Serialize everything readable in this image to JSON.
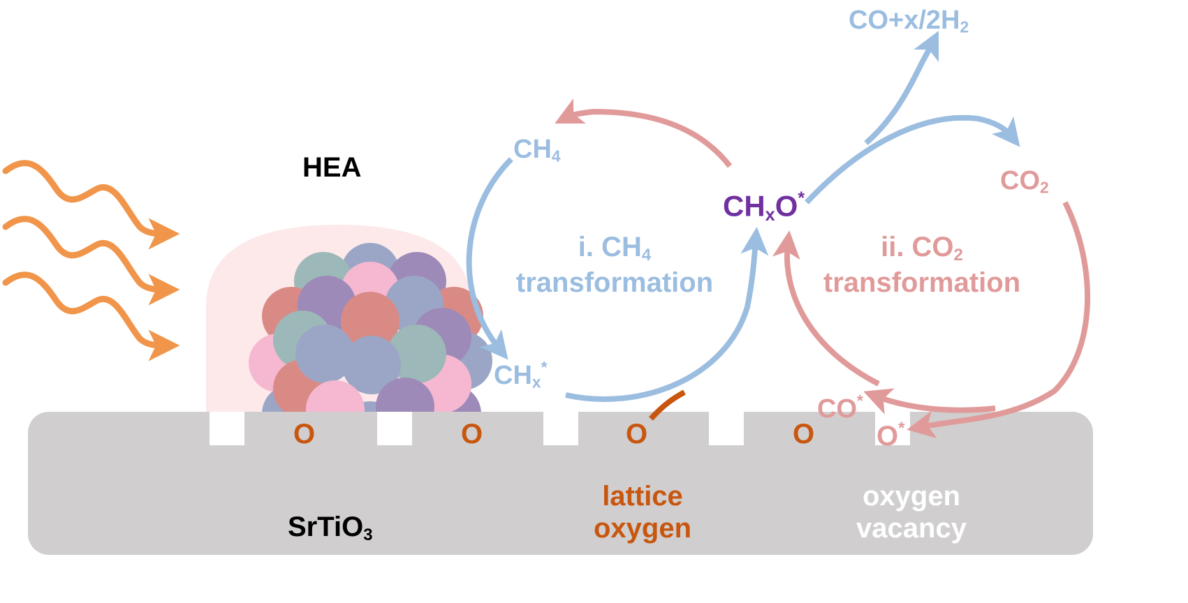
{
  "colors": {
    "blue": "#9bbde0",
    "pink": "#e19a9a",
    "orange": "#f0954a",
    "lattice": "#c8560f",
    "purple": "#7030a0",
    "substrate": "#d0cece",
    "halo": "#fde9ea"
  },
  "labels": {
    "hea": "HEA",
    "substrate_main": "SrTiO",
    "substrate_sub": "3",
    "o": "O",
    "lattice_1": "lattice",
    "lattice_2": "oxygen",
    "vacancy_1": "oxygen",
    "vacancy_2": "vacancy",
    "ch4_main": "CH",
    "ch4_sub": "4",
    "chx_main": "CH",
    "chx_sub": "x",
    "chx_sup": "*",
    "chxo_a": "CH",
    "chxo_sub": "x",
    "chxo_b": "O",
    "chxo_sup": "*",
    "co2_main": "CO",
    "co2_sub": "2",
    "co_main": "CO",
    "co_sup": "*",
    "ostar_main": "O",
    "ostar_sup": "*",
    "product_main": "CO+x/2H",
    "product_sub": "2",
    "cycle1_a": "i. CH",
    "cycle1_sub": "4",
    "cycle1_b": "transformation",
    "cycle2_a": "ii. CO",
    "cycle2_sub": "2",
    "cycle2_b": "transformation"
  }
}
